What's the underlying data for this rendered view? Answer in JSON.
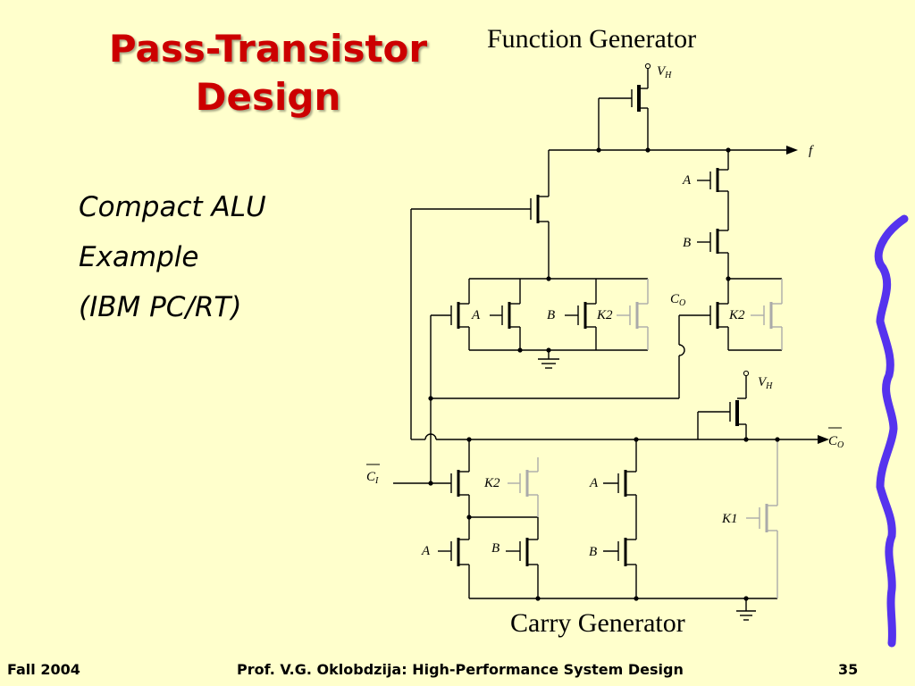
{
  "slide": {
    "title_line1": "Pass-Transistor",
    "title_line2": "Design",
    "bullets": [
      "Compact ALU",
      "Example",
      "(IBM PC/RT)"
    ]
  },
  "diagram": {
    "function_generator_title": "Function Generator",
    "carry_generator_title": "Carry Generator",
    "supply_label": "V",
    "supply_sub": "H",
    "output_f": "f",
    "carry_out": "C",
    "carry_out_sub": "O",
    "carry_in": "C",
    "carry_in_sub": "I",
    "labels": {
      "A": "A",
      "B": "B",
      "K1": "K1",
      "K2": "K2"
    }
  },
  "footer": {
    "left": "Fall 2004",
    "center": "Prof. V.G. Oklobdzija: High-Performance System Design",
    "right": "35"
  },
  "colors": {
    "background": "#ffffcc",
    "title": "#cc0000",
    "decoration": "#5533ee",
    "inactive_transistor": "#aaaaaa"
  }
}
